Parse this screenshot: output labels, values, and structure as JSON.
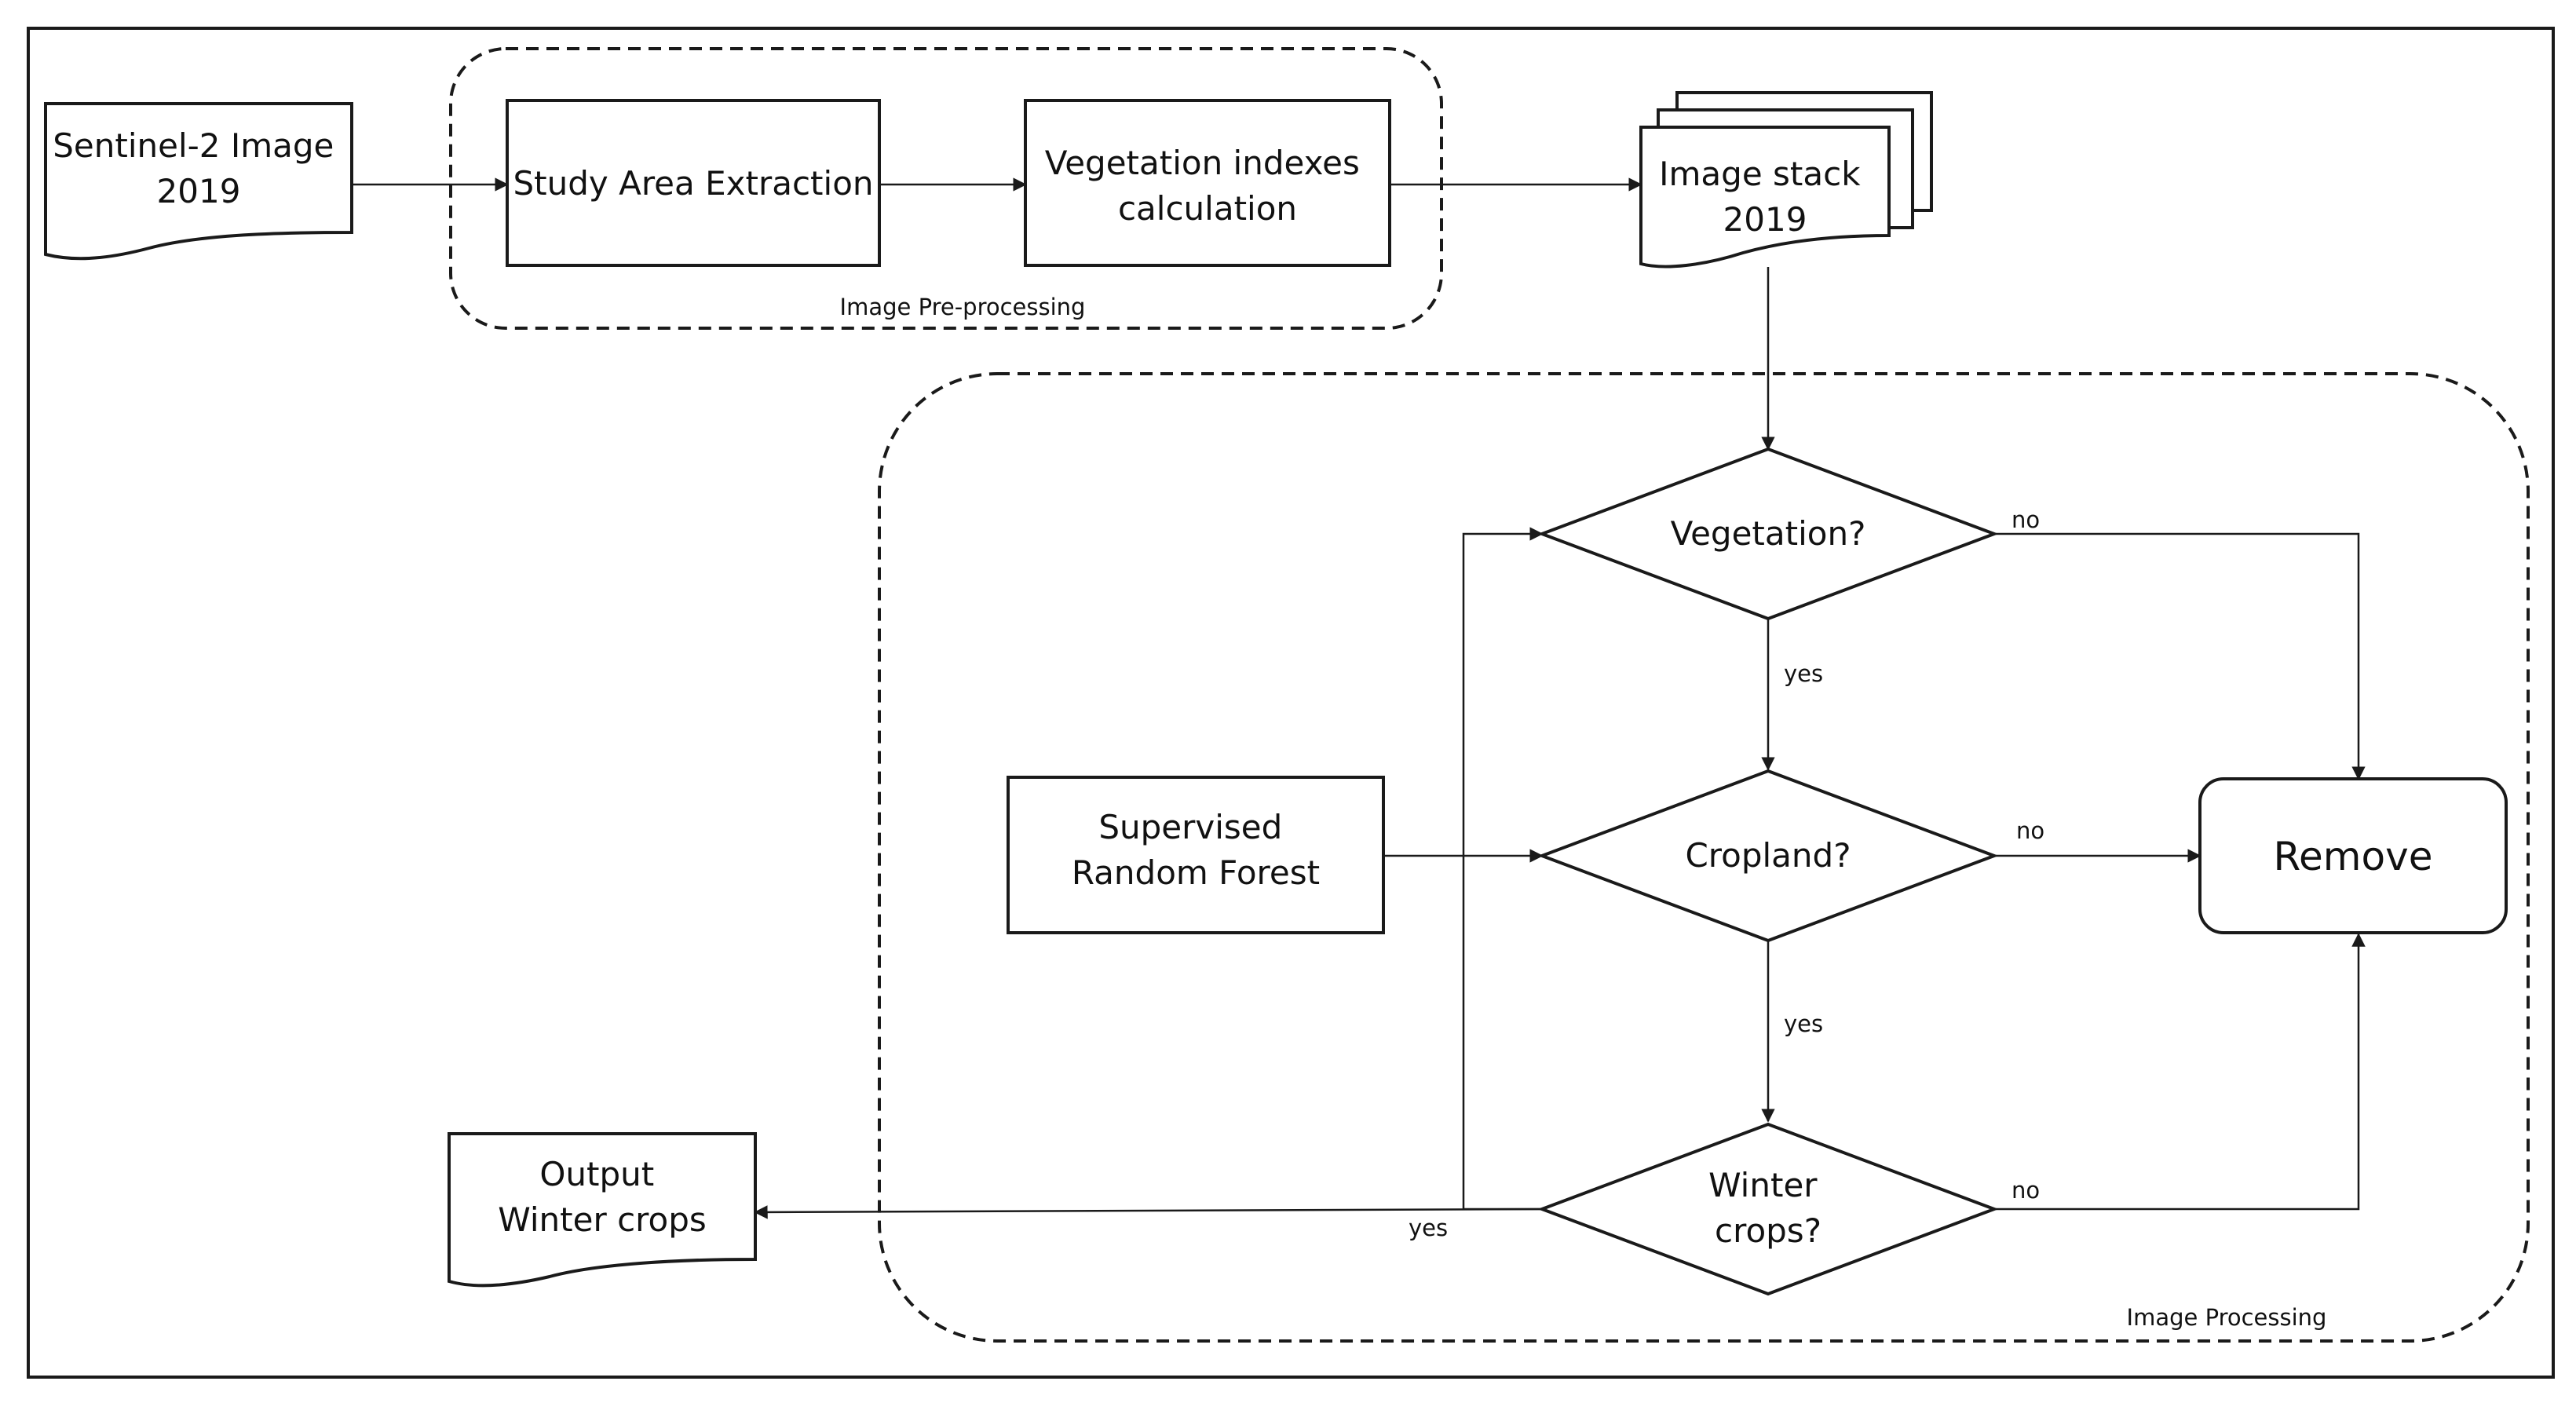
{
  "groups": {
    "preprocessing": "Image Pre-processing",
    "processing": "Image Processing"
  },
  "nodes": {
    "sentinel": [
      "Sentinel-2 Image",
      "2019"
    ],
    "study_area": [
      "Study Area Extraction"
    ],
    "vegetation_indexes": [
      "Vegetation indexes",
      "calculation"
    ],
    "image_stack": [
      "Image stack",
      "2019"
    ],
    "vegetation_q": [
      "Vegetation?"
    ],
    "cropland_q": [
      "Cropland?"
    ],
    "winter_q": [
      "Winter",
      "crops?"
    ],
    "random_forest": [
      "Supervised",
      "Random Forest"
    ],
    "remove": [
      "Remove"
    ],
    "output": [
      "Output",
      "Winter crops"
    ]
  },
  "edges": {
    "veg_no": "no",
    "veg_yes": "yes",
    "crop_no": "no",
    "crop_yes": "yes",
    "winter_no": "no",
    "winter_yes": "yes"
  }
}
